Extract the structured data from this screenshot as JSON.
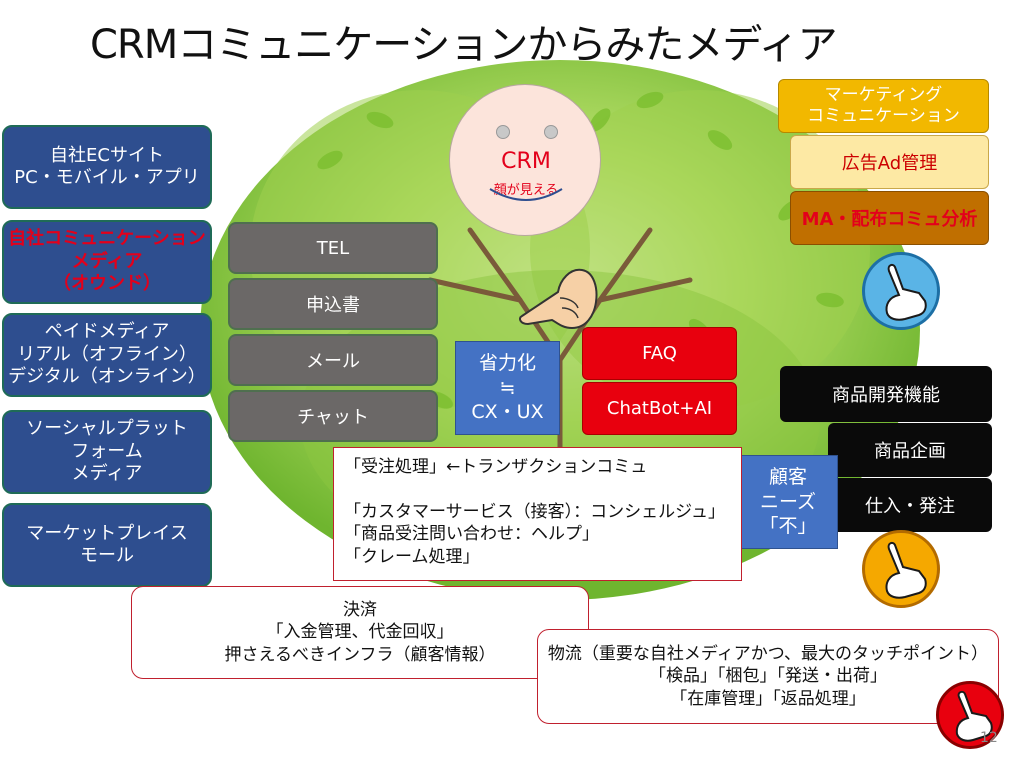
{
  "title": "CRMコミュニケーションからみたメディア",
  "left_media": [
    {
      "label": "自社ECサイト\nPC・モバイル・アプリ"
    },
    {
      "label": "自社コミュニケーション\nメディア\n（オウンド）"
    },
    {
      "label": "ペイドメディア\nリアル（オフライン）\nデジタル（オンライン）"
    },
    {
      "label": "ソーシャルプラット\nフォーム\nメディア"
    },
    {
      "label": "マーケットプレイス\nモール"
    }
  ],
  "channels": [
    "TEL",
    "申込書",
    "メール",
    "チャット"
  ],
  "crm_face": {
    "title": "CRM",
    "subtitle": "顔が見える"
  },
  "savings_box": "省力化\n≒\nCX・UX",
  "support_boxes": [
    "FAQ",
    "ChatBot+AI"
  ],
  "marketing_boxes": [
    "マーケティング\nコミュニケーション",
    "広告Ad管理",
    "MA・配布コミュ分析"
  ],
  "product_boxes": [
    "商品開発機能",
    "商品企画",
    "仕入・発注"
  ],
  "needs_box": "顧客\nニーズ\n「不」",
  "order_box": "「受注処理」←トランザクションコミュ\n\n「カスタマーサービス（接客）：コンシェルジュ」\n  「商品受注問い合わせ：ヘルプ」\n  「クレーム処理」",
  "payment_box": "決済\n「入金管理、代金回収」\n押さえるべきインフラ（顧客情報）",
  "logistics_box": "物流（重要な自社メディアかつ、最大のタッチポイント）\n「検品」「梱包」「発送・出荷」\n「在庫管理」「返品処理」",
  "page_number": "12",
  "colors": {
    "left_blue": "#2e4e8f",
    "channel_gray": "#6b6867",
    "support_red": "#e8000e",
    "product_black": "#0a0a0a",
    "savings_blue": "#4472c4",
    "marketing_orange": "#f2b800",
    "marketing_cream": "#fde9a4",
    "marketing_brown": "#c06f00",
    "owned_red_text": "#e3001b"
  }
}
